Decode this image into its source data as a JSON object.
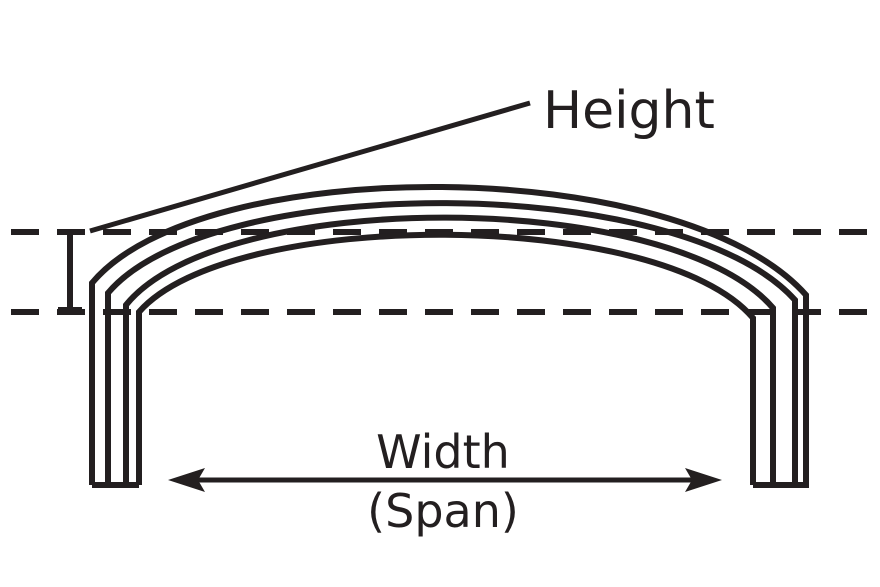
{
  "labels": {
    "height": "Height",
    "width": "Width",
    "span": "(Span)"
  },
  "colors": {
    "ink": "#231f20",
    "background": "#ffffff"
  }
}
